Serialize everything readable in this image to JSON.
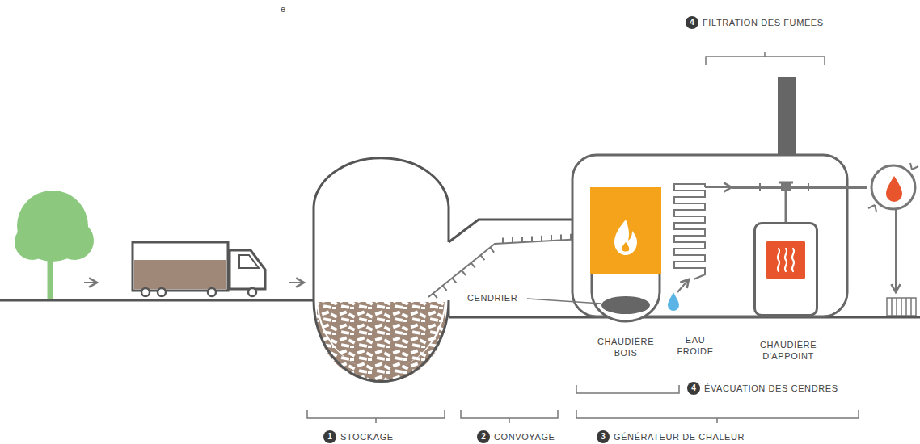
{
  "diagram": {
    "nodes": [
      {
        "text": [
          "CHAUDIÈRE BOIS"
        ]
      },
      {
        "text": [
          "CHAUDIÈRE D'APPOINT"
        ]
      }
    ],
    "labels": [
      "e",
      "4",
      "FILTRATION DES FUMÉES",
      "CENDRIER",
      "EAU FROIDE",
      "4",
      "ÉVACUATION DES CENDRES",
      "1",
      "STOCKAGE",
      "2",
      "CONVOYAGE",
      "3",
      "GÉNÉRATEUR DE CHALEUR"
    ]
  }
}
